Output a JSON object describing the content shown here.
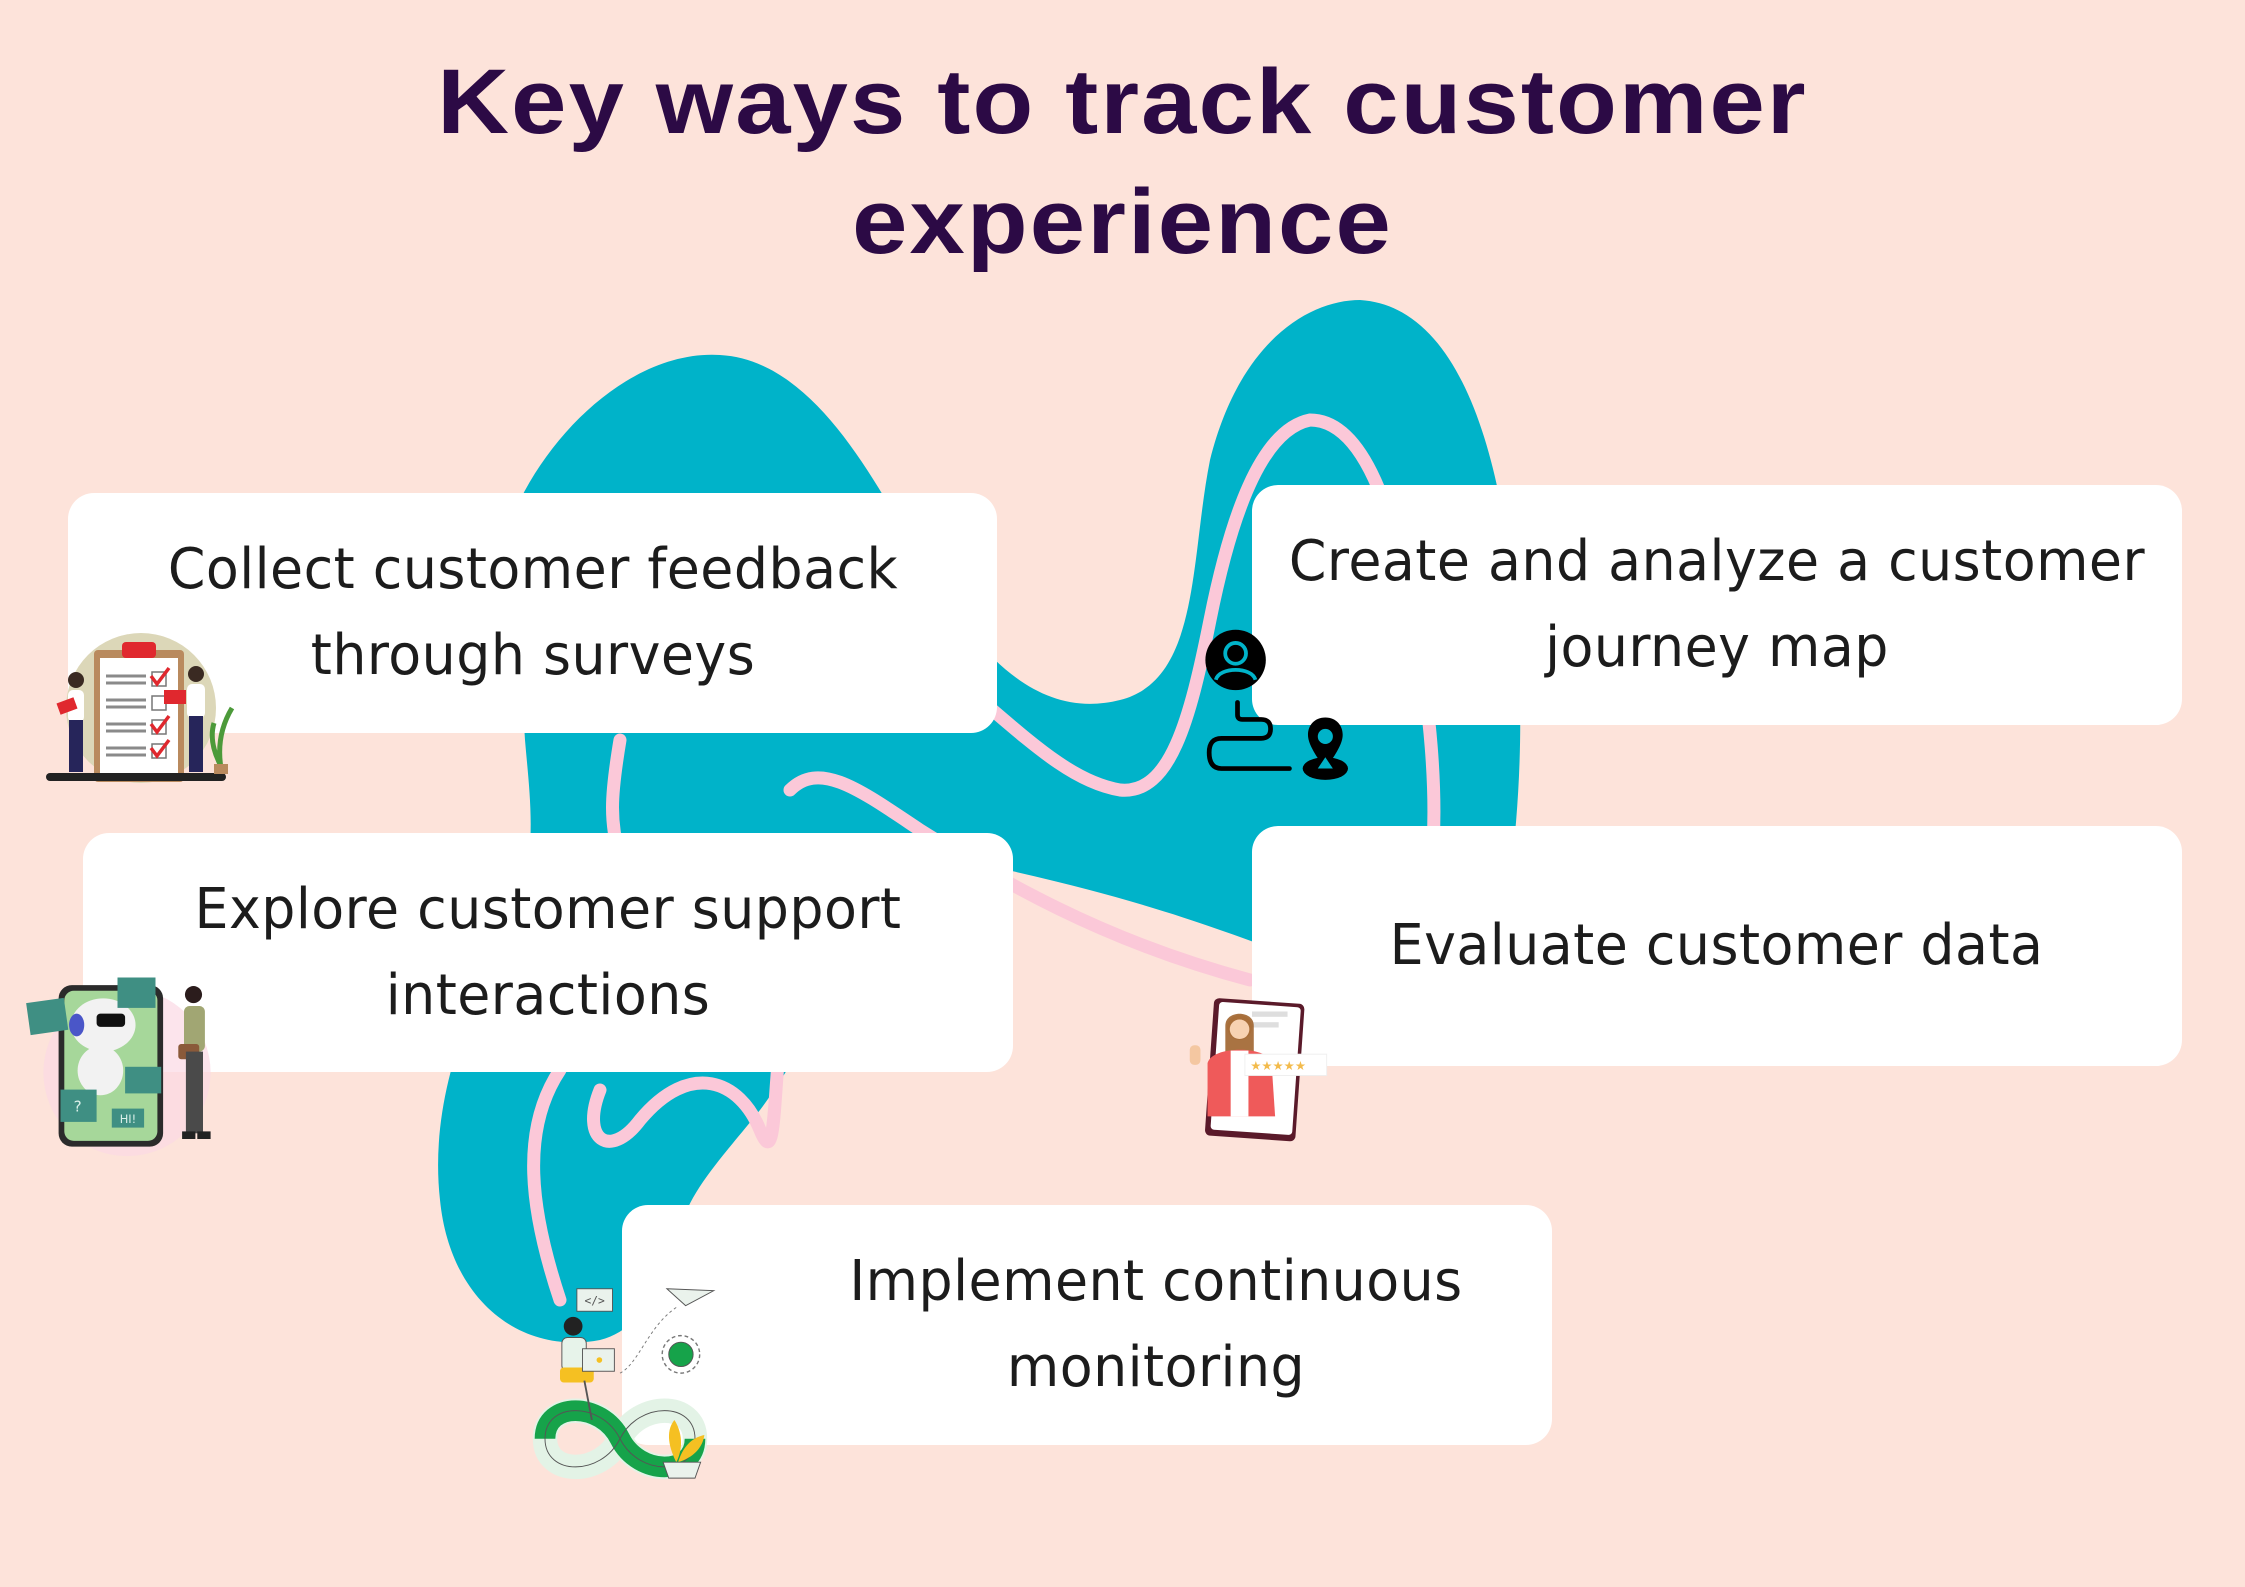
{
  "title": {
    "line1": "Key ways to track customer",
    "line2": "experience"
  },
  "colors": {
    "background": "#fde3da",
    "blob": "#00b3c9",
    "path": "#fbc8d8",
    "title": "#2c0a45",
    "card": "#ffffff",
    "text": "#1c1c1c"
  },
  "steps": [
    {
      "label": "Collect customer feedback through surveys",
      "icon": "survey-checklist-illustration"
    },
    {
      "label": "Create and analyze a customer journey map",
      "icon": "journey-map-icon"
    },
    {
      "label": "Explore customer support interactions",
      "icon": "chatbot-support-illustration"
    },
    {
      "label": "Evaluate customer data",
      "icon": "rating-review-illustration"
    },
    {
      "label": "Implement continuous monitoring",
      "icon": "infinity-loop-illustration"
    }
  ],
  "illustrations": {
    "chatbot_bubble_text": "HI!",
    "rating_stars": 5
  }
}
